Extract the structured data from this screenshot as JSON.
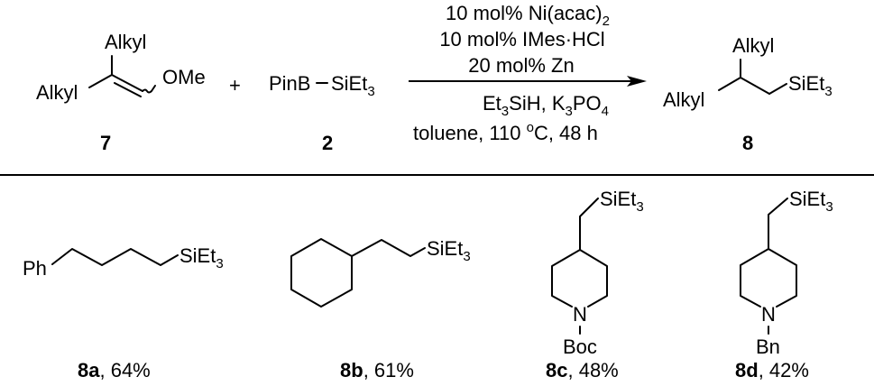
{
  "reaction": {
    "reactant_1": {
      "id": "7",
      "substituent_top": "Alkyl",
      "substituent_left": "Alkyl",
      "substituent_right": "OMe"
    },
    "plus_sign": "+",
    "reactant_2": {
      "id": "2",
      "left_group": "PinB",
      "right_group": "SiEt",
      "right_group_subscript": "3"
    },
    "conditions": {
      "above_arrow": [
        {
          "text": "10 mol% Ni(acac)",
          "subscript": "2"
        },
        {
          "text": "10 mol% IMes·HCl",
          "subscript": ""
        },
        {
          "text": "20 mol% Zn",
          "subscript": ""
        }
      ],
      "below_arrow_line1": {
        "part1": "Et",
        "sub1": "3",
        "part2": "SiH, K",
        "sub2": "3",
        "part3": "PO",
        "sub3": "4"
      },
      "below_arrow_line2": {
        "part1": "toluene, 110 ",
        "superscript": "o",
        "part2": "C, 48 h"
      }
    },
    "product": {
      "id": "8",
      "substituent_top": "Alkyl",
      "substituent_left": "Alkyl",
      "silyl": "SiEt",
      "silyl_subscript": "3"
    }
  },
  "scope": [
    {
      "id": "8a",
      "yield": ", 64%",
      "groups": {
        "left": "Ph",
        "silyl": "SiEt",
        "silyl_subscript": "3"
      }
    },
    {
      "id": "8b",
      "yield": ", 61%",
      "groups": {
        "silyl": "SiEt",
        "silyl_subscript": "3"
      }
    },
    {
      "id": "8c",
      "yield": ", 48%",
      "groups": {
        "silyl": "SiEt",
        "silyl_subscript": "3",
        "heteroatom": "N",
        "protecting_group": "Boc"
      }
    },
    {
      "id": "8d",
      "yield": ", 42%",
      "groups": {
        "silyl": "SiEt",
        "silyl_subscript": "3",
        "heteroatom": "N",
        "protecting_group": "Bn"
      }
    }
  ]
}
